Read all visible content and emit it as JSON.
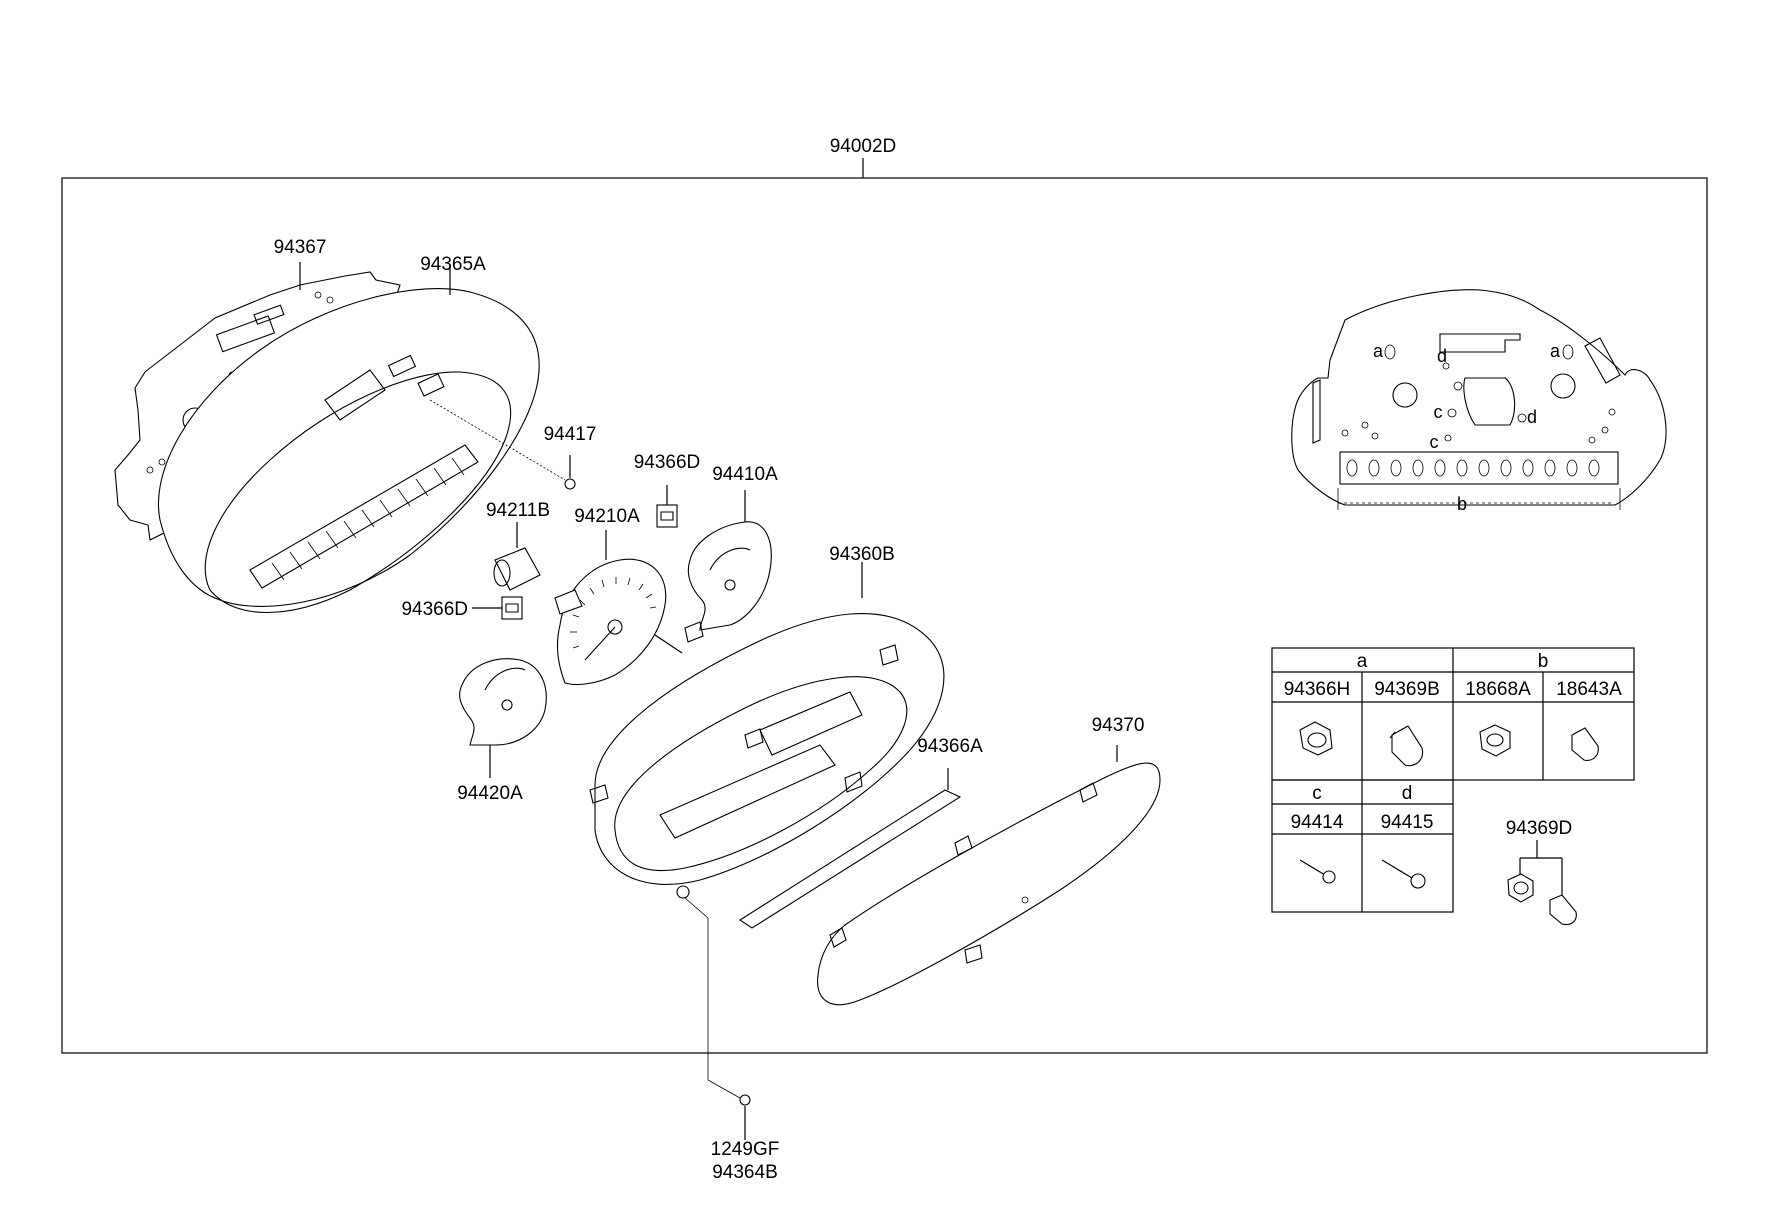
{
  "assembly": {
    "part_number": "94002D"
  },
  "callouts": [
    {
      "id": "94367",
      "label": "94367"
    },
    {
      "id": "94365A",
      "label": "94365A"
    },
    {
      "id": "94417",
      "label": "94417"
    },
    {
      "id": "94366D_top",
      "label": "94366D"
    },
    {
      "id": "94410A",
      "label": "94410A"
    },
    {
      "id": "94211B",
      "label": "94211B"
    },
    {
      "id": "94210A",
      "label": "94210A"
    },
    {
      "id": "94366D_bottom",
      "label": "94366D"
    },
    {
      "id": "94360B",
      "label": "94360B"
    },
    {
      "id": "94420A",
      "label": "94420A"
    },
    {
      "id": "94370",
      "label": "94370"
    },
    {
      "id": "94366A",
      "label": "94366A"
    },
    {
      "id": "94369D",
      "label": "94369D"
    },
    {
      "id": "1249GF",
      "label": "1249GF"
    },
    {
      "id": "94364B",
      "label": "94364B"
    }
  ],
  "detail_view": {
    "letters": {
      "a_left": "a",
      "a_right": "a",
      "b": "b",
      "c1": "c",
      "c2": "c",
      "d1": "d",
      "d2": "d"
    }
  },
  "legend_table": {
    "groups_top": [
      {
        "key": "a",
        "parts": [
          "94366H",
          "94369B"
        ]
      },
      {
        "key": "b",
        "parts": [
          "18668A",
          "18643A"
        ]
      }
    ],
    "groups_bottom": [
      {
        "key": "c",
        "parts": [
          "94414"
        ]
      },
      {
        "key": "d",
        "parts": [
          "94415"
        ]
      }
    ]
  }
}
